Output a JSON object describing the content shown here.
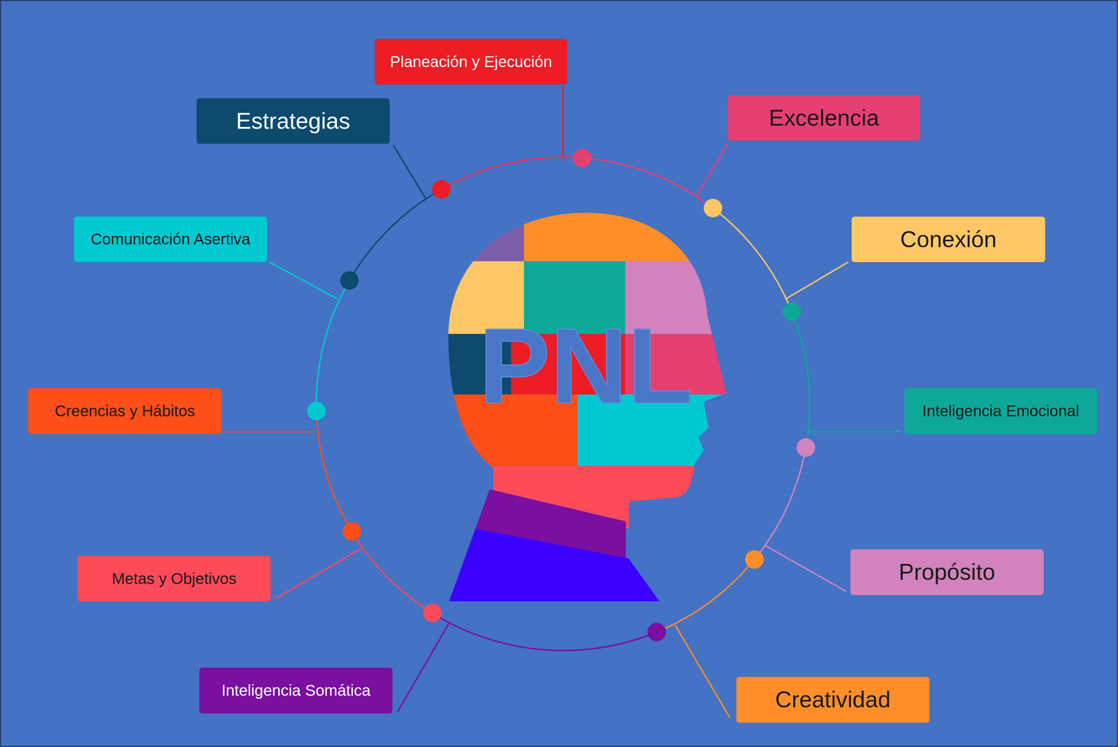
{
  "diagram": {
    "nodes": [
      {
        "text": [
          "Planeación y Ejecución"
        ]
      },
      {
        "text": [
          "Estrategias"
        ]
      },
      {
        "text": [
          "Excelencia"
        ]
      },
      {
        "text": [
          "Conexión"
        ]
      },
      {
        "text": [
          "Comunicación Asertiva"
        ]
      },
      {
        "text": [
          "PNL"
        ]
      },
      {
        "text": [
          "Inteligencia Emocional"
        ]
      },
      {
        "text": [
          "Creencias y Hábitos"
        ]
      },
      {
        "text": [
          "Metas y Objetivos"
        ]
      },
      {
        "text": [
          "Propósito"
        ]
      },
      {
        "text": [
          "Inteligencia Somática"
        ]
      },
      {
        "text": [
          "Creatividad"
        ]
      }
    ]
  }
}
